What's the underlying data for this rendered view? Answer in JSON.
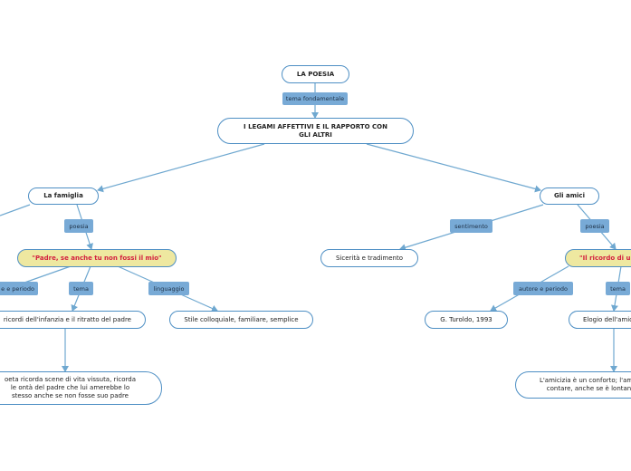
{
  "nodes": {
    "root": "LA POESIA",
    "center": "I LEGAMI AFFETTIVI E IL RAPPORTO CON GLI ALTRI",
    "famiglia": "La famiglia",
    "amici": "Gli amici",
    "poem_left": "\"Padre, se anche tu non fossi il mio\"",
    "poem_right": "\"Il ricordo di u",
    "ricordi": "ricordi dell'infanzia e il ritratto del padre",
    "stile": "Stile colloquiale, familiare, semplice",
    "poeta": "oeta ricorda scene di vita vissuta, ricorda le ontà del padre che lui amerebbe lo stesso anche se non fosse suo padre",
    "sincerita": "Sicerità e tradimento",
    "turoldo": "G. Turoldo, 1993",
    "elogio": "Elogio dell'amic",
    "amicizia": "L'amicizia è un conforto; l'amic contare, anche se è lontan"
  },
  "labels": {
    "tema_fondamentale": "tema fondamentale",
    "poesia_left": "poesia",
    "poesia_right": "poesia",
    "sentimento": "sentimento",
    "autore_left": "e e periodo",
    "tema_left": "tema",
    "linguaggio": "linguaggio",
    "autore_right": "autore e periodo",
    "tema_right": "tema"
  },
  "colors": {
    "border": "#4e8fc4",
    "connector": "#6fa8d0",
    "label_bg": "#78aad6",
    "poem_bg": "#eee8a0",
    "poem_text": "#d3203f"
  }
}
